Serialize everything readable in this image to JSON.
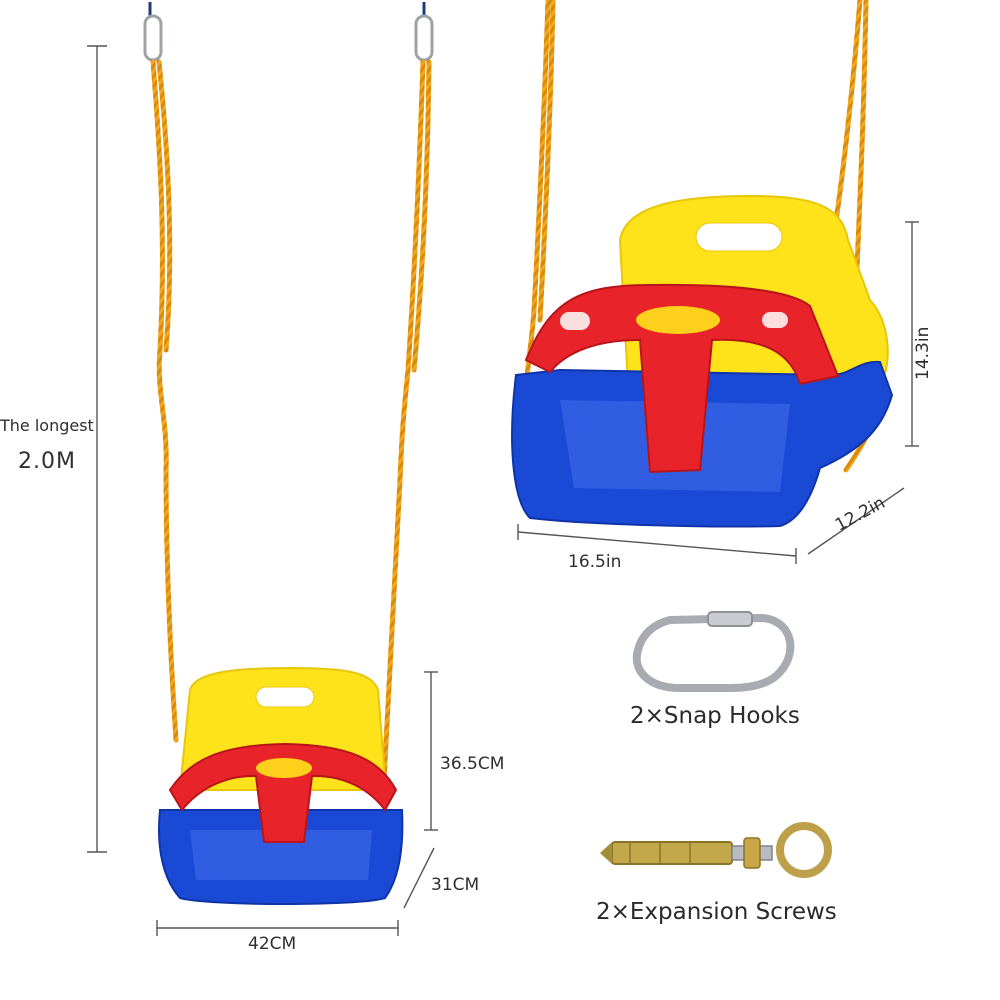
{
  "labels": {
    "longest_caption": "The longest",
    "longest_value": "2.0M",
    "seat_height_cm": "36.5CM",
    "seat_depth_cm": "31CM",
    "seat_width_cm": "42CM",
    "seat_width_in": "16.5in",
    "seat_height_in": "14.3in",
    "seat_depth_in": "12.2in",
    "snap_hooks": "2×Snap Hooks",
    "expansion_screws": "2×Expansion Screws"
  },
  "colors": {
    "rope": "#f2a81d",
    "seat_back": "#ffe31a",
    "front_guard": "#e8232a",
    "seat_base": "#1a49d6",
    "metal": "#b9bcc2",
    "brass": "#b59a3a",
    "dimension_line": "#555555"
  }
}
